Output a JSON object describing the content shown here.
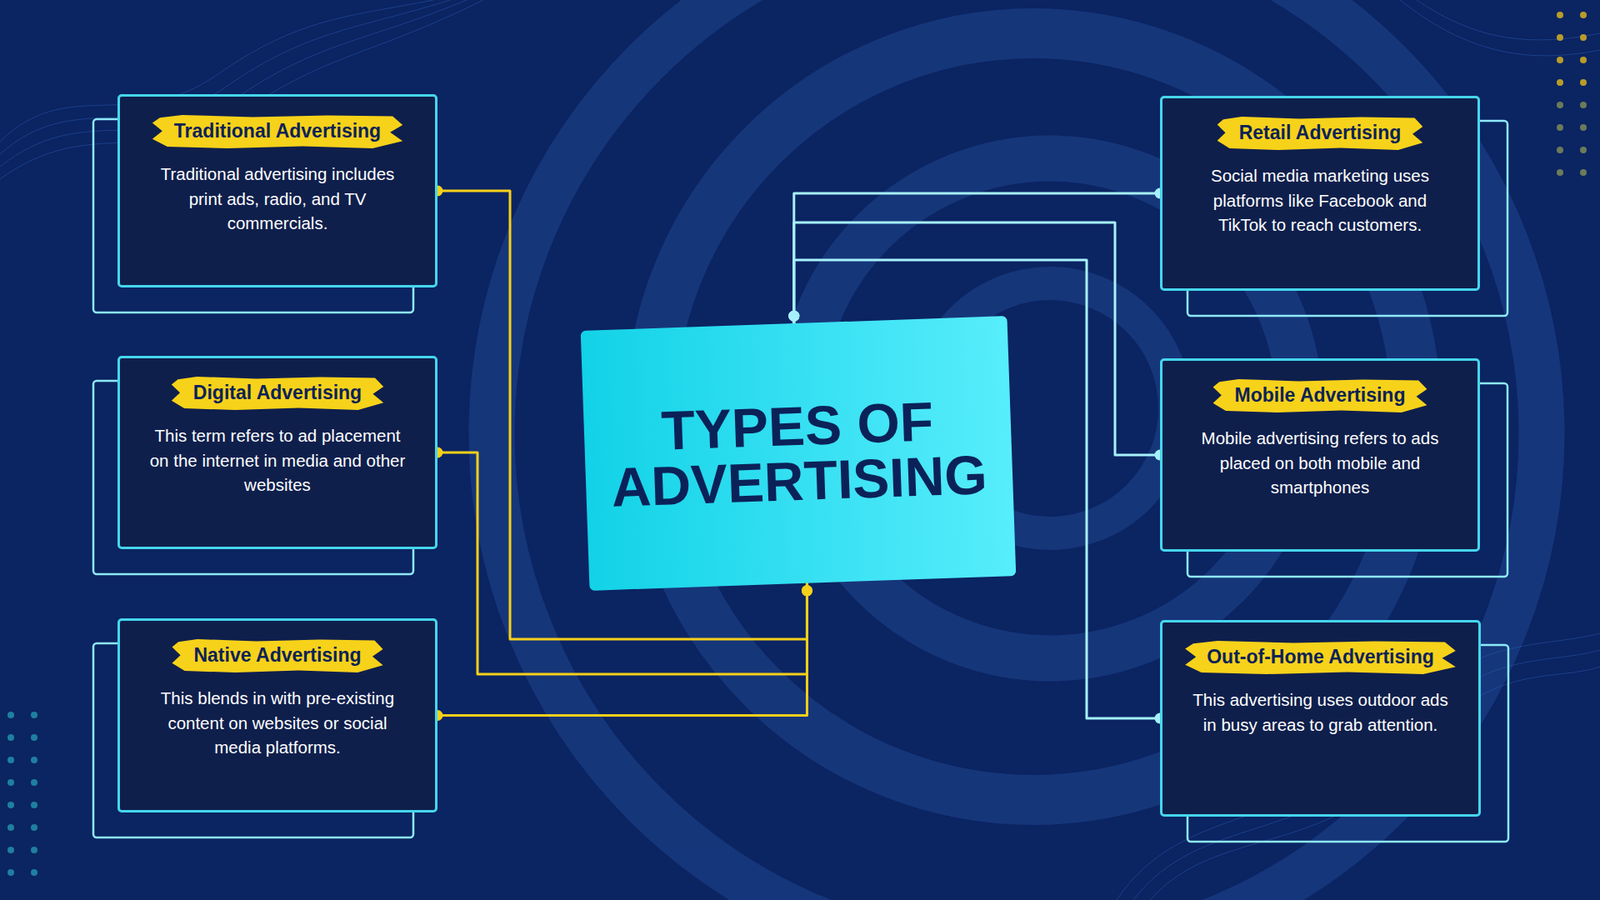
{
  "diagram": {
    "nodes": [
      {
        "text": [
          "Traditional Advertising",
          "Traditional advertising includes print ads, radio, and TV commercials."
        ]
      },
      {
        "text": [
          "Digital Advertising",
          "This term refers to ad placement on the internet in media and other websites"
        ]
      },
      {
        "text": [
          "Native Advertising",
          "This blends in with pre-existing content on websites or social media platforms."
        ]
      },
      {
        "text": [
          "TYPES OF ADVERTISING"
        ]
      },
      {
        "text": [
          "Retail Advertising",
          "Social media marketing uses platforms like Facebook and TikTok to reach customers."
        ]
      },
      {
        "text": [
          "Mobile Advertising",
          "Mobile advertising refers to ads placed on both mobile and smartphones"
        ]
      },
      {
        "text": [
          "Out-of-Home Advertising",
          "This advertising uses outdoor ads in busy areas to grab attention."
        ]
      }
    ],
    "edges": [
      {
        "from": 3,
        "to": 0,
        "arrow": "none"
      },
      {
        "from": 3,
        "to": 1,
        "arrow": "none"
      },
      {
        "from": 3,
        "to": 2,
        "arrow": "none"
      },
      {
        "from": 3,
        "to": 4,
        "arrow": "none"
      },
      {
        "from": 3,
        "to": 5,
        "arrow": "none"
      },
      {
        "from": 3,
        "to": 6,
        "arrow": "none"
      }
    ]
  }
}
